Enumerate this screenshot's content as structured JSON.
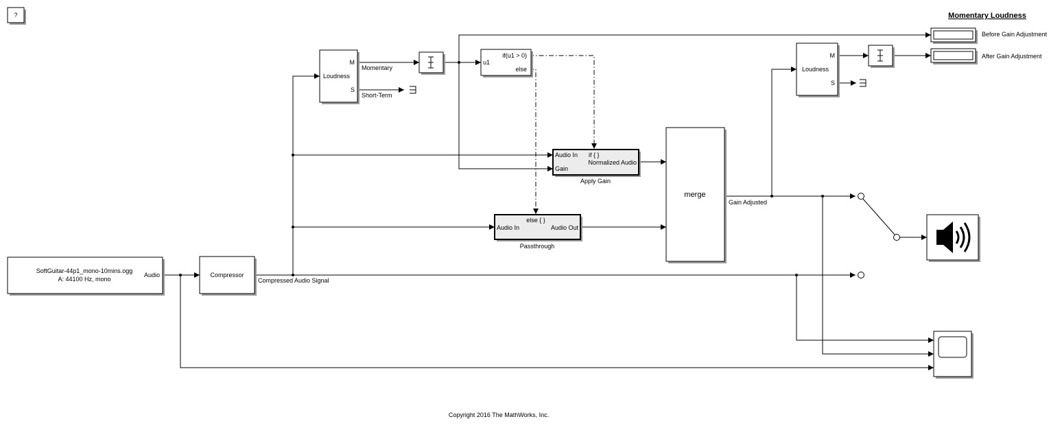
{
  "help_button": "?",
  "title": "Momentary Loudness",
  "source": {
    "line1": "SoftGuitar-44p1_mono-10mins.ogg",
    "line2": "A: 44100 Hz, mono",
    "port": "Audio"
  },
  "compressor": {
    "label": "Compressor",
    "signal": "Compressed Audio Signal"
  },
  "loudness1": {
    "label": "Loudness",
    "port_m": "M",
    "port_s": "S",
    "signal_m": "Momentary",
    "signal_s": "Short-Term"
  },
  "if_block": {
    "input": "u1",
    "cond": "if(u1 > 0)",
    "else": "else"
  },
  "apply_gain": {
    "in1": "Audio In",
    "in2": "Gain",
    "action": "if { }",
    "out": "Normalized Audio",
    "name": "Apply Gain"
  },
  "passthrough": {
    "in": "Audio In",
    "action": "else { }",
    "out": "Audio Out",
    "name": "Passthrough"
  },
  "merge": {
    "label": "merge",
    "signal": "Gain Adjusted"
  },
  "loudness2": {
    "label": "Loudness",
    "port_m": "M",
    "port_s": "S"
  },
  "displays": {
    "before": "Before Gain Adjustment",
    "after": "After Gain Adjustment"
  },
  "copyright": "Copyright 2016 The MathWorks, Inc.",
  "icons": [
    "display-block-icon",
    "terminator-icon",
    "speaker-icon",
    "scope-icon",
    "manual-switch-icon"
  ]
}
